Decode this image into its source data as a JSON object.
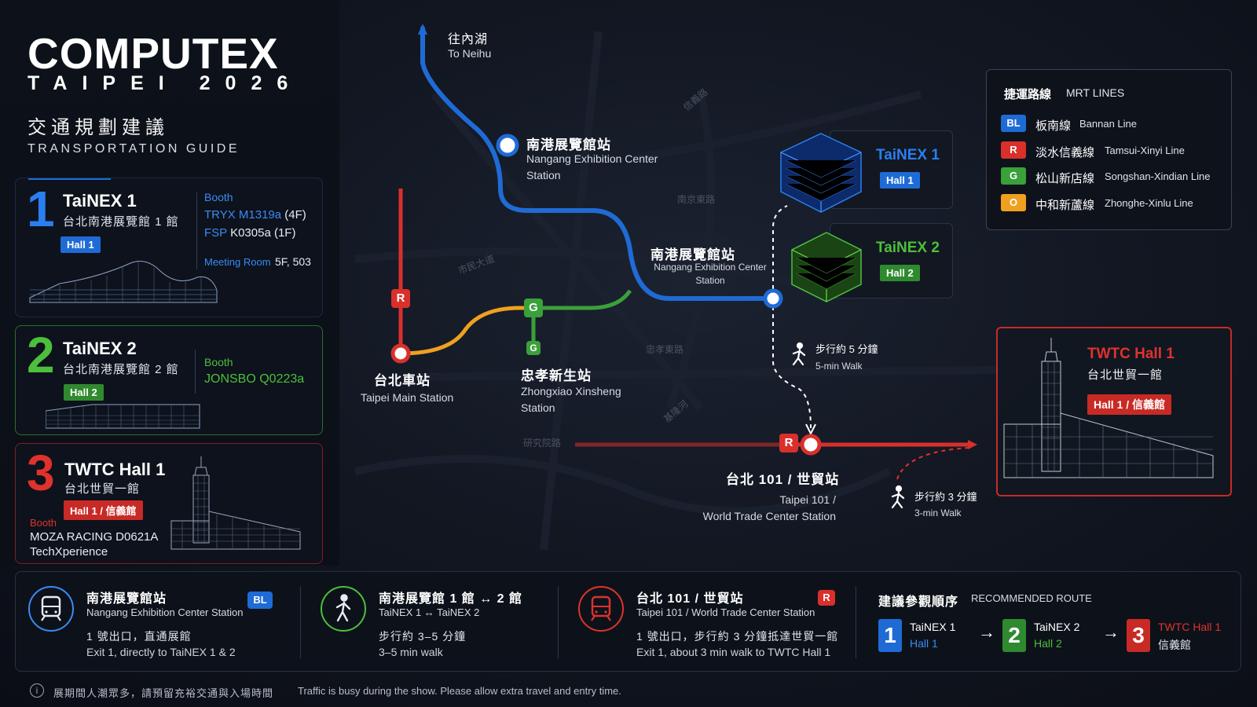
{
  "header": {
    "logo": "COMPUTEX",
    "logo_sub": "TAIPEI 2026",
    "title_zh": "交通規劃建議",
    "title_en": "TRANSPORTATION GUIDE"
  },
  "venues": [
    {
      "num": "1",
      "name": "TaiNEX 1",
      "name_zh": "台北南港展覽館 1 館",
      "hall": "Hall 1",
      "booth_label": "Booth",
      "booths": [
        {
          "brand": "TRYX",
          "code": "M1319a",
          "floor": "(4F)"
        },
        {
          "brand": "FSP",
          "code": "K0305a",
          "floor": "(1F)"
        }
      ],
      "meeting_label": "Meeting Room",
      "meeting_value": "5F, 503"
    },
    {
      "num": "2",
      "name": "TaiNEX 2",
      "name_zh": "台北南港展覽館 2 館",
      "hall": "Hall 2",
      "booth_label": "Booth",
      "booth_value": "JONSBO Q0223a"
    },
    {
      "num": "3",
      "name": "TWTC Hall 1",
      "name_zh": "台北世貿一館",
      "hall": "Hall 1 / 信義館",
      "booth_label": "Booth",
      "booth_line1": "MOZA RACING D0621A",
      "booth_line2": "TechXperience"
    }
  ],
  "map": {
    "to_neihu_zh": "往內湖",
    "to_neihu_en": "To Neihu",
    "nangang_top_zh": "南港展覽館站",
    "nangang_top_en1": "Nangang Exhibition Center",
    "nangang_top_en2": "Station",
    "nangang_mid_zh": "南港展覽館站",
    "nangang_mid_en1": "Nangang Exhibition Center",
    "nangang_mid_en2": "Station",
    "taipei_main_zh": "台北車站",
    "taipei_main_en": "Taipei Main Station",
    "zhongxiao_zh": "忠孝新生站",
    "zhongxiao_en1": "Zhongxiao Xinsheng",
    "zhongxiao_en2": "Station",
    "taipei101_zh": "台北 101 / 世貿站",
    "taipei101_en1": "Taipei 101 /",
    "taipei101_en2": "World Trade Center Station",
    "walk5_zh": "步行約 5 分鐘",
    "walk5_en": "5-min Walk",
    "walk3_zh": "步行約 3 分鐘",
    "walk3_en": "3-min Walk",
    "badge_r": "R",
    "badge_g": "G",
    "streets": [
      "市民大道",
      "南京東路",
      "忠孝東路",
      "基隆河",
      "研究院路",
      "信義路"
    ]
  },
  "map_venues": [
    {
      "title": "TaiNEX 1",
      "hall": "Hall 1"
    },
    {
      "title": "TaiNEX 2",
      "hall": "Hall 2"
    },
    {
      "title": "TWTC Hall 1",
      "zh": "台北世貿一館",
      "hall": "Hall 1 / 信義館"
    }
  ],
  "legend": {
    "title_zh": "捷運路線",
    "title_en": "MRT LINES",
    "lines": [
      {
        "code": "BL",
        "zh": "板南線",
        "en": "Bannan Line",
        "color": "#1f6bd6"
      },
      {
        "code": "R",
        "zh": "淡水信義線",
        "en": "Tamsui-Xinyi Line",
        "color": "#d9302c"
      },
      {
        "code": "G",
        "zh": "松山新店線",
        "en": "Songshan-Xindian Line",
        "color": "#3aa03a"
      },
      {
        "code": "O",
        "zh": "中和新蘆線",
        "en": "Zhonghe-Xinlu Line",
        "color": "#f0a020"
      }
    ]
  },
  "bottom": {
    "s1": {
      "zh": "南港展覽館站",
      "en": "Nangang Exhibition Center Station",
      "badge": "BL",
      "l1": "1 號出口，直通展館",
      "l2": "Exit 1, directly to TaiNEX 1 & 2"
    },
    "s2": {
      "zh": "南港展覽館 1 館 ↔ 2 館",
      "en": "TaiNEX 1 ↔ TaiNEX 2",
      "l1": "步行約 3–5 分鐘",
      "l2": "3–5 min walk"
    },
    "s3": {
      "zh": "台北 101 / 世貿站",
      "en": "Taipei 101 / World Trade Center Station",
      "badge": "R",
      "l1": "1 號出口，步行約 3 分鐘抵達世貿一館",
      "l2": "Exit 1, about 3 min walk to TWTC Hall 1"
    },
    "route_zh": "建議參觀順序",
    "route_en": "RECOMMENDED ROUTE",
    "route": [
      {
        "num": "1",
        "name": "TaiNEX 1",
        "hall": "Hall 1"
      },
      {
        "num": "2",
        "name": "TaiNEX 2",
        "hall": "Hall 2"
      },
      {
        "num": "3",
        "name": "TWTC Hall 1",
        "hall": "信義館"
      }
    ],
    "arrow": "→"
  },
  "footer": {
    "icon": "i",
    "zh": "展期間人潮眾多，請預留充裕交通與入場時間",
    "en": "Traffic is busy during the show. Please allow extra travel and entry time."
  },
  "colors": {
    "blue": "#1f6bd6",
    "red": "#d9302c",
    "green": "#3aa03a",
    "orange": "#f0a020",
    "bg": "#0b0f17"
  }
}
